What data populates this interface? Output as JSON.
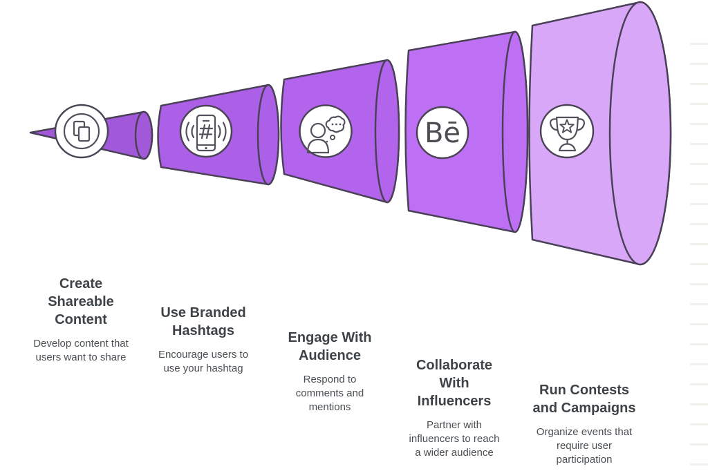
{
  "diagram": {
    "type": "horizontal-funnel-megaphone",
    "outline_color": "#4a4158",
    "icon_stroke_color": "#54505c",
    "title_color": "#3e4347",
    "description_color": "#4a4f53",
    "ruled_line_color": "#f2f0ed"
  },
  "funnel": {
    "stages": [
      {
        "title": "Create\nShareable\nContent",
        "description": "Develop content that\nusers want to share",
        "icon": "copy-pages-icon",
        "color": "#a259d9"
      },
      {
        "title": "Use Branded\nHashtags",
        "description": "Encourage users to\nuse your hashtag",
        "icon": "phone-hashtag-icon",
        "color": "#ac5fe7"
      },
      {
        "title": "Engage With\nAudience",
        "description": "Respond to\ncomments and\nmentions",
        "icon": "person-thought-bubble-icon",
        "color": "#b264ec"
      },
      {
        "title": "Collaborate\nWith\nInfluencers",
        "description": "Partner with\ninfluencers to reach\na wider audience",
        "icon": "behance-logo-icon",
        "icon_text": "Bē",
        "color": "#bd70f3"
      },
      {
        "title": "Run Contests\nand Campaigns",
        "description": "Organize events that\nrequire user\nparticipation",
        "icon": "trophy-star-icon",
        "color": "#d9a7f8"
      }
    ]
  }
}
